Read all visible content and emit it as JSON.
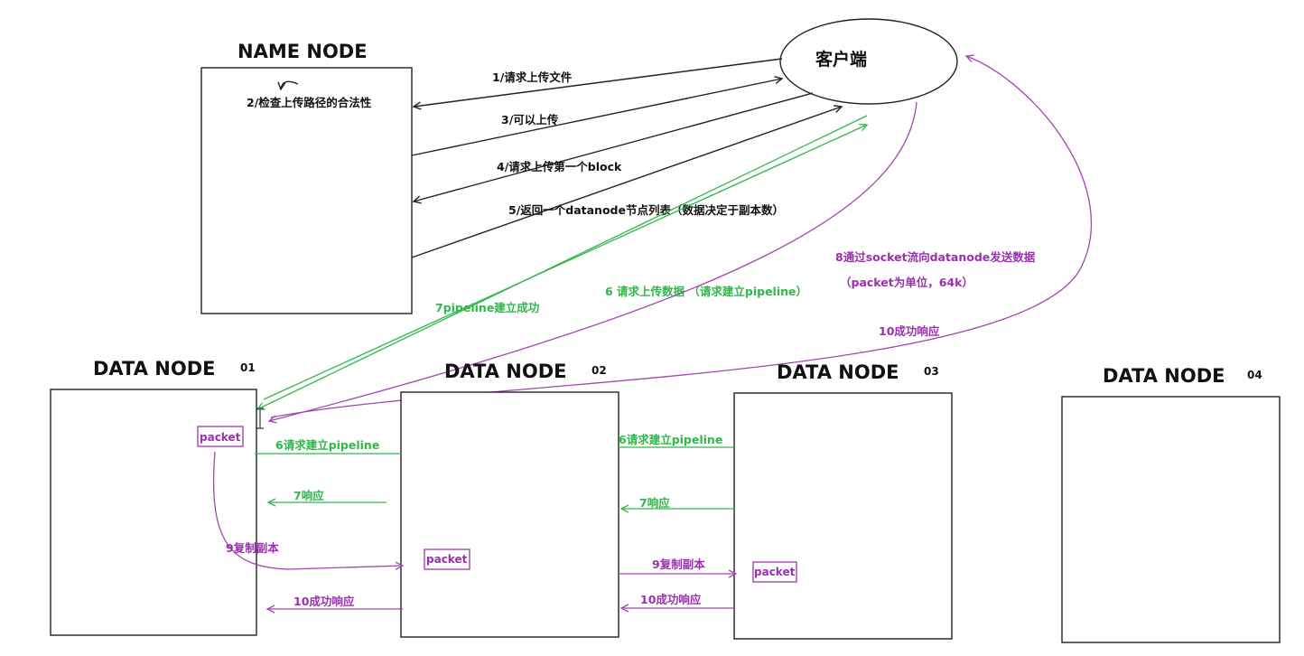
{
  "nodes": {
    "name_node": {
      "title": "NAME NODE"
    },
    "client": {
      "label": "客户端"
    },
    "dn1": {
      "title": "DATA NODE",
      "num": "01"
    },
    "dn2": {
      "title": "DATA NODE",
      "num": "02"
    },
    "dn3": {
      "title": "DATA NODE",
      "num": "03"
    },
    "dn4": {
      "title": "DATA NODE",
      "num": "04"
    }
  },
  "steps": {
    "s1": "1/请求上传文件",
    "s2": "2/检查上传路径的合法性",
    "s3": "3/可以上传",
    "s4": "4/请求上传第一个block",
    "s5": "5/返回一个datanode节点列表（数据决定于副本数）",
    "s6_client": "6 请求上传数据 （请求建立pipeline）",
    "s7_client": "7pipeline建立成功",
    "s8_line1": "8通过socket流向datanode发送数据",
    "s8_line2": "（packet为单位，64k）",
    "s10_client": "10成功响应",
    "s6_dn12": "6请求建立pipeline",
    "s6_dn23": "6请求建立pipeline",
    "s7_dn21": "7响应",
    "s7_dn32": "7响应",
    "s9_dn12": "9复制副本",
    "s9_dn23": "9复制副本",
    "s10_dn21": "10成功响应",
    "s10_dn32": "10成功响应"
  },
  "packets": {
    "p1": "packet",
    "p2": "packet",
    "p3": "packet"
  },
  "colors": {
    "black": "#222222",
    "green": "#2fb84a",
    "purple": "#a544b4"
  }
}
